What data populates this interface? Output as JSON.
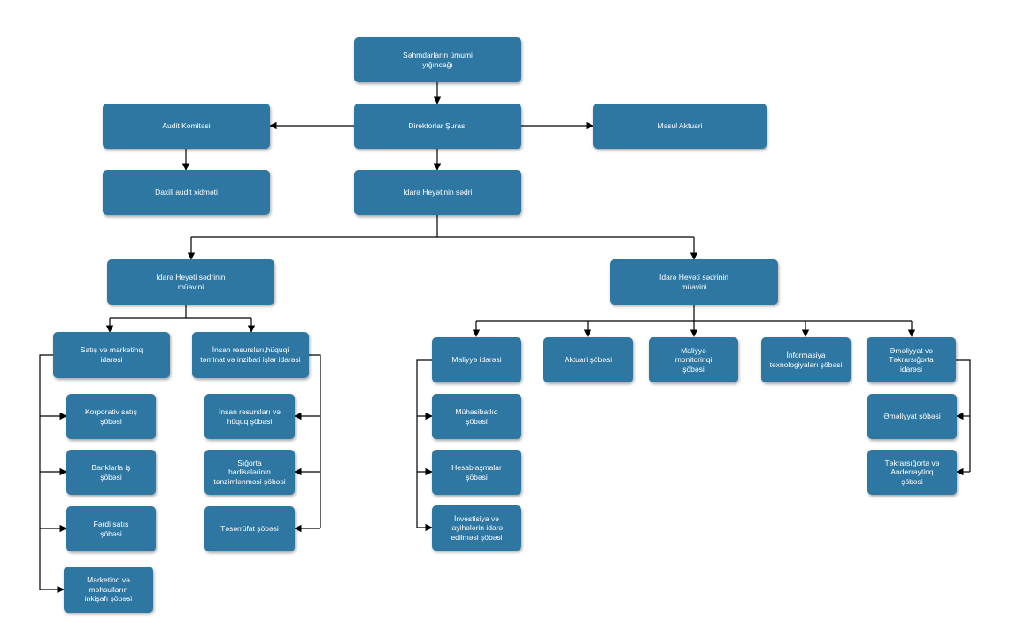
{
  "nodes": {
    "shareholders": "Səhmdarların ümumi\nyığıncağı",
    "board": "Direktorlar Şurası",
    "audit_committee": "Audit Komitəsi",
    "actuary": "Məsul Aktuari",
    "internal_audit": "Daxili audit xidməti",
    "chairman": "İdarə Heyətinin sədri",
    "deputy_left": "İdarə Heyəti sədrinin\nmüavini",
    "deputy_right": "İdarə Heyəti sədrinin\nmüavini",
    "sales_marketing": "Satış və marketinq\nidarəsi",
    "hr_legal": "İnsan resursları,hüquqi\ntəminat və inzibati işlər idarəsi",
    "corporate_sales": "Korporativ satış\nşöbəsi",
    "banks": "Banklarla iş\nşöbəsi",
    "individual_sales": "Fərdi satış\nşöbəsi",
    "marketing_products": "Marketinq və\nməhsulların\ninkişafı şöbəsi",
    "hr_dept": "İnsan resursları və\nhüquq şöbəsi",
    "claims": "Sığorta\nhadisələrinin\ntənzimlənməsi şöbəsi",
    "household": "Təsərrüfat şöbəsi",
    "finance": "Maliyyə idarəsi",
    "actuarial_dept": "Aktuari şöbəsi",
    "financial_monitoring": "Maliyyə\nmonitorinqi\nşöbəsi",
    "it": "İnformasiya\ntexnologiyaları şöbəsi",
    "operations_reinsurance": "Əməliyyat və\nTəkrarsığorta\nidarəsi",
    "accounting": "Mühasibatlıq\nşöbəsi",
    "settlements": "Hesablaşmalar\nşöbəsi",
    "investment": "İnvestisiya və\nlayihələrin idarə\nedilməsi şöbəsi",
    "operations_dept": "Əməliyyat şöbəsi",
    "reinsurance_underwriting": "Təkrarsığorta və\nAnderraytinq\nşöbəsi"
  },
  "colors": {
    "node_fill": "#2e77a3",
    "node_text": "#ffffff",
    "connector": "#000000"
  }
}
